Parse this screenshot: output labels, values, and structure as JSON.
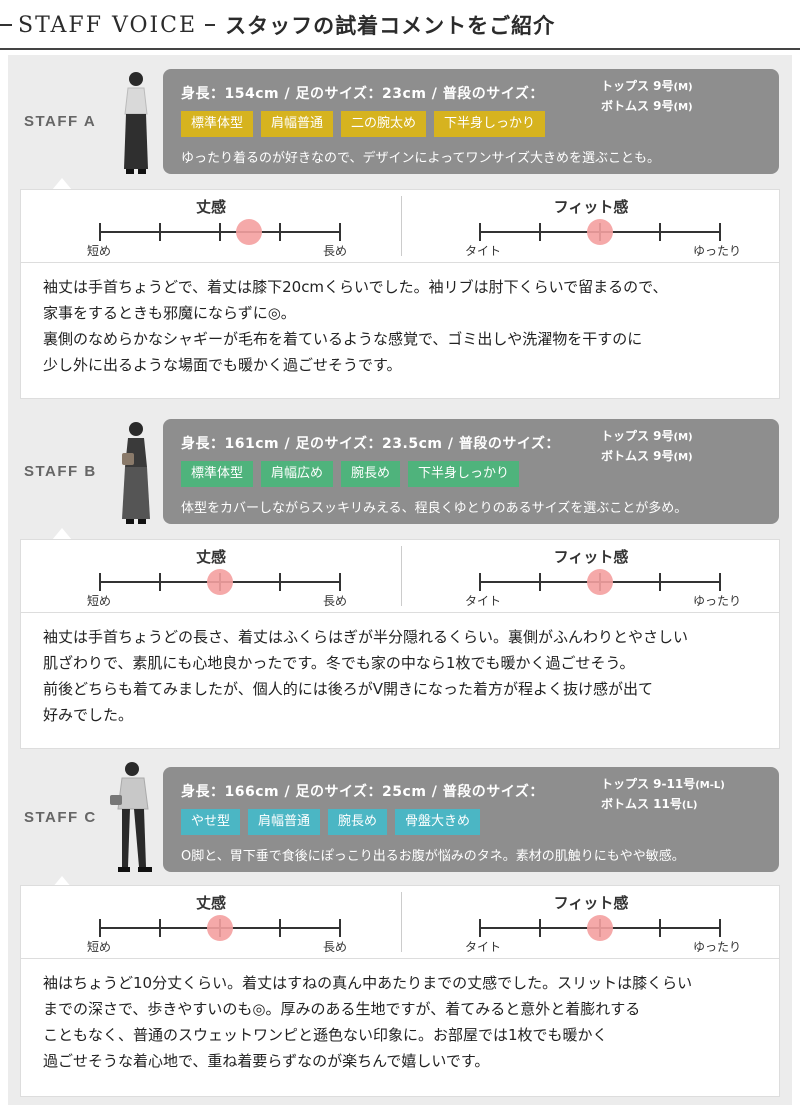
{
  "header": {
    "title_en": "STAFF VOICE",
    "title_jp": "スタッフの試着コメントをご紹介"
  },
  "staff": [
    {
      "label": "STAFF A",
      "stats": "身長：154cm / 足のサイズ：23cm / 普段のサイズ：",
      "tops_size": "トップス 9号",
      "tops_letter": "(M)",
      "bottoms_size": "ボトムス 9号",
      "bottoms_letter": "(M)",
      "tag_color": "#d6b31f",
      "tags": [
        "標準体型",
        "肩幅普通",
        "二の腕太め",
        "下半身しっかり"
      ],
      "note": "ゆったり着るのが好きなので、デザインによってワンサイズ大きめを選ぶことも。",
      "length": {
        "title": "丈感",
        "left": "短め",
        "right": "長め",
        "level": 0.62
      },
      "fit": {
        "title": "フィット感",
        "left": "タイト",
        "right": "ゆったり",
        "level": 0.5
      },
      "comment": [
        "袖丈は手首ちょうどで、着丈は膝下20cmくらいでした。袖リブは肘下くらいで留まるので、",
        "家事をするときも邪魔にならずに◎。",
        "裏側のなめらかなシャギーが毛布を着ているような感覚で、ゴミ出しや洗濯物を干すのに",
        "少し外に出るような場面でも暖かく過ごせそうです。"
      ]
    },
    {
      "label": "STAFF B",
      "stats": "身長：161cm / 足のサイズ：23.5cm / 普段のサイズ：",
      "tops_size": "トップス 9号",
      "tops_letter": "(M)",
      "bottoms_size": "ボトムス 9号",
      "bottoms_letter": "(M)",
      "tag_color": "#4fb37c",
      "tags": [
        "標準体型",
        "肩幅広め",
        "腕長め",
        "下半身しっかり"
      ],
      "note": "体型をカバーしながらスッキリみえる、程良くゆとりのあるサイズを選ぶことが多め。",
      "length": {
        "title": "丈感",
        "left": "短め",
        "right": "長め",
        "level": 0.5
      },
      "fit": {
        "title": "フィット感",
        "left": "タイト",
        "right": "ゆったり",
        "level": 0.5
      },
      "comment": [
        "袖丈は手首ちょうどの長さ、着丈はふくらはぎが半分隠れるくらい。裏側がふんわりとやさしい",
        "肌ざわりで、素肌にも心地良かったです。冬でも家の中なら1枚でも暖かく過ごせそう。",
        "前後どちらも着てみましたが、個人的には後ろがV開きになった着方が程よく抜け感が出て",
        "好みでした。"
      ]
    },
    {
      "label": "STAFF C",
      "stats": "身長：166cm / 足のサイズ：25cm / 普段のサイズ：",
      "tops_size": "トップス 9-11号",
      "tops_letter": "(M-L)",
      "bottoms_size": "ボトムス 11号",
      "bottoms_letter": "(L)",
      "tag_color": "#4bb6c4",
      "tags": [
        "やせ型",
        "肩幅普通",
        "腕長め",
        "骨盤大きめ"
      ],
      "note": "O脚と、胃下垂で食後にぽっこり出るお腹が悩みのタネ。素材の肌触りにもやや敏感。",
      "length": {
        "title": "丈感",
        "left": "短め",
        "right": "長め",
        "level": 0.5
      },
      "fit": {
        "title": "フィット感",
        "left": "タイト",
        "right": "ゆったり",
        "level": 0.5
      },
      "comment": [
        "袖はちょうど10分丈くらい。着丈はすねの真ん中あたりまでの丈感でした。スリットは膝くらい",
        "までの深さで、歩きやすいのも◎。厚みのある生地ですが、着てみると意外と着膨れする",
        "こともなく、普通のスウェットワンピと遜色ない印象に。お部屋では1枚でも暖かく",
        "過ごせそうな着心地で、重ね着要らずなのが楽ちんで嬉しいです。"
      ]
    }
  ]
}
